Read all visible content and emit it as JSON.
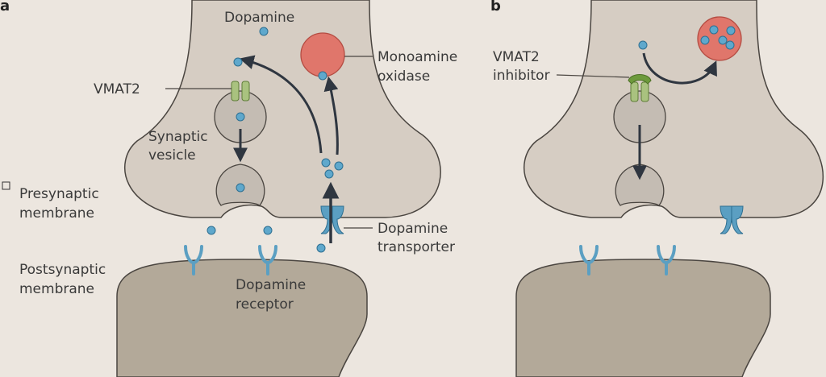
{
  "panel_labels": {
    "a": "a",
    "b": "b"
  },
  "labels": {
    "dopamine": "Dopamine",
    "vmat2": "VMAT2",
    "monoamine_oxidase_1": "Monoamine",
    "monoamine_oxidase_2": "oxidase",
    "synaptic_vesicle_1": "Synaptic",
    "synaptic_vesicle_2": "vesicle",
    "presynaptic_1": "Presynaptic",
    "presynaptic_2": "membrane",
    "dopamine_transporter_1": "Dopamine",
    "dopamine_transporter_2": "transporter",
    "postsynaptic_1": "Postsynaptic",
    "postsynaptic_2": "membrane",
    "dopamine_receptor_1": "Dopamine",
    "dopamine_receptor_2": "receptor",
    "vmat2_inhibitor_1": "VMAT2",
    "vmat2_inhibitor_2": "inhibitor"
  },
  "colors": {
    "background": "#ece6df",
    "presynaptic_fill": "#d6cdc3",
    "postsynaptic_fill": "#b3a999",
    "outline": "#4a4540",
    "vesicle_fill": "#c4bcb3",
    "dopamine": "#5fa8cc",
    "mao": "#e0766b",
    "vmat2": "#a9c27f",
    "inhibitor": "#6d9a3c",
    "transporter": "#5b9fc2",
    "arrow": "#2f3640"
  }
}
